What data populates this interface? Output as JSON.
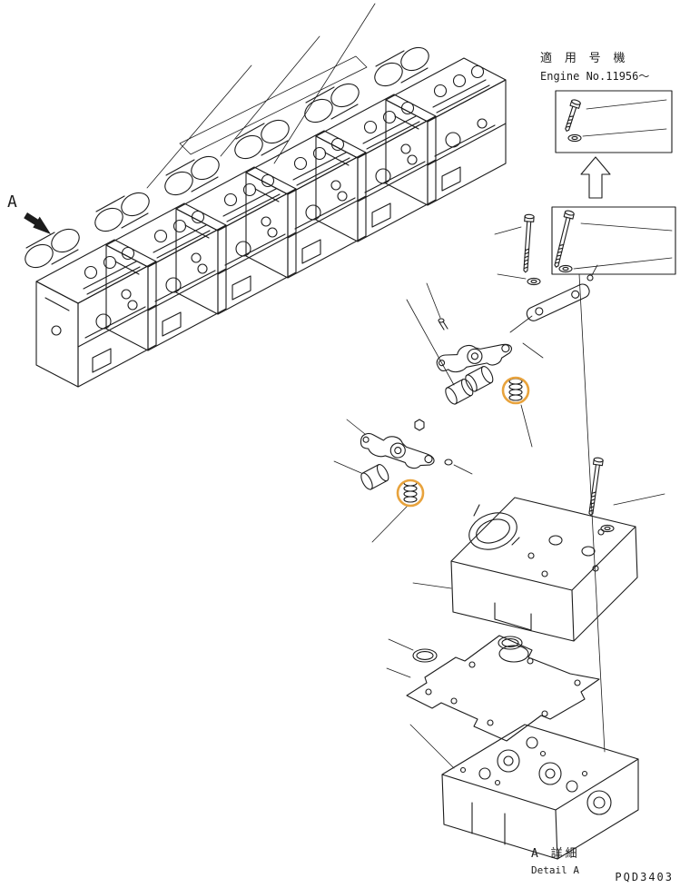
{
  "colors": {
    "background": "#ffffff",
    "line": "#1c1c1c",
    "highlight": "#E8A33D"
  },
  "view_marker": {
    "label": "A"
  },
  "applicability_note": {
    "title": "適 用 号 機",
    "engine_line": "Engine No.11956～",
    "boxes": [
      {
        "parts": [
          "bolt",
          "washer"
        ]
      },
      {
        "parts": [
          "bolt",
          "washer"
        ]
      }
    ]
  },
  "highlighted_parts": {
    "count": 2,
    "marker": "orange-circle"
  },
  "footer": {
    "detail_caption_jp": "A 詳細",
    "detail_caption_en": "Detail A",
    "drawing_code": "PQD3403"
  }
}
